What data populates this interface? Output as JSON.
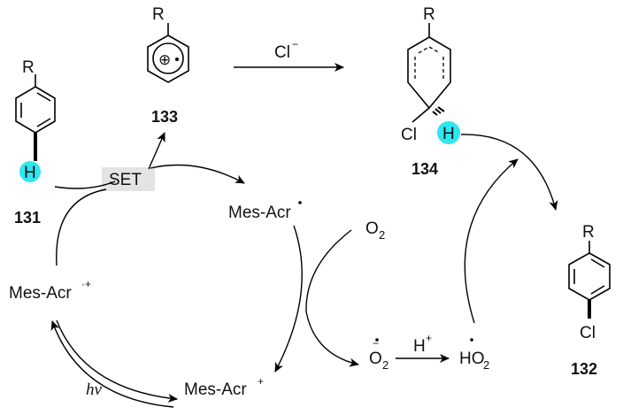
{
  "compounds": {
    "c131": {
      "number": "131",
      "substituent": "R",
      "hydrogen": "H"
    },
    "c133": {
      "number": "133",
      "substituent": "R",
      "charge": "⊕"
    },
    "c134": {
      "number": "134",
      "substituent": "R",
      "chlorine": "Cl",
      "hydrogen": "H"
    },
    "c132": {
      "number": "132",
      "substituent": "R",
      "chlorine": "Cl"
    }
  },
  "labels": {
    "set": "SET",
    "chloride": "Cl",
    "chloride_charge": "−",
    "mes_acr_neutral": "Mes-Acr",
    "mes_acr_radical_cation": "Mes-Acr",
    "mes_acr_radical_cation_sup": "·+",
    "mes_acr_cation": "Mes-Acr",
    "mes_acr_cation_sup": "+",
    "o2": "O",
    "o2_sub": "2",
    "superoxide": "O",
    "superoxide_sub": "2",
    "superoxide_sup": "−",
    "proton": "H",
    "proton_sup": "+",
    "hydroperoxyl": "HO",
    "hydroperoxyl_sub": "2",
    "light": "hν"
  },
  "colors": {
    "highlight_h": "#2ee6f0",
    "set_box": "#e4e4e4",
    "ink": "#000000"
  }
}
